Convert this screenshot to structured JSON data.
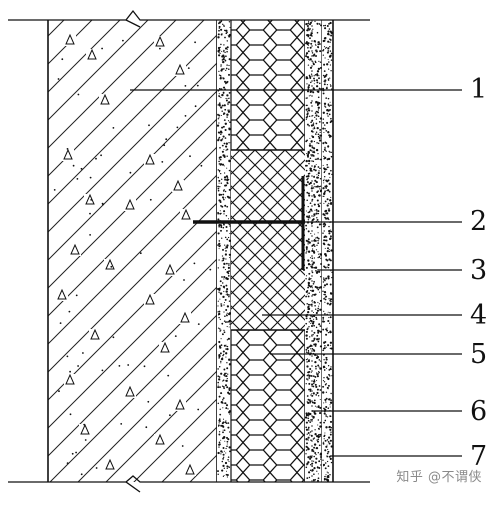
{
  "diagram": {
    "callouts": [
      {
        "number": "1",
        "layer": "concrete-base-wall"
      },
      {
        "number": "2",
        "layer": "anchor-bolt"
      },
      {
        "number": "3",
        "layer": "mesh-strip"
      },
      {
        "number": "4",
        "layer": "fire-barrier-band"
      },
      {
        "number": "5",
        "layer": "insulation-board"
      },
      {
        "number": "6",
        "layer": "render-layer"
      },
      {
        "number": "7",
        "layer": "finish-coat"
      }
    ]
  },
  "watermark": "知乎 @不谓侠",
  "colors": {
    "ink": "#111111",
    "background": "#ffffff",
    "watermark": "#8a8a8a"
  }
}
